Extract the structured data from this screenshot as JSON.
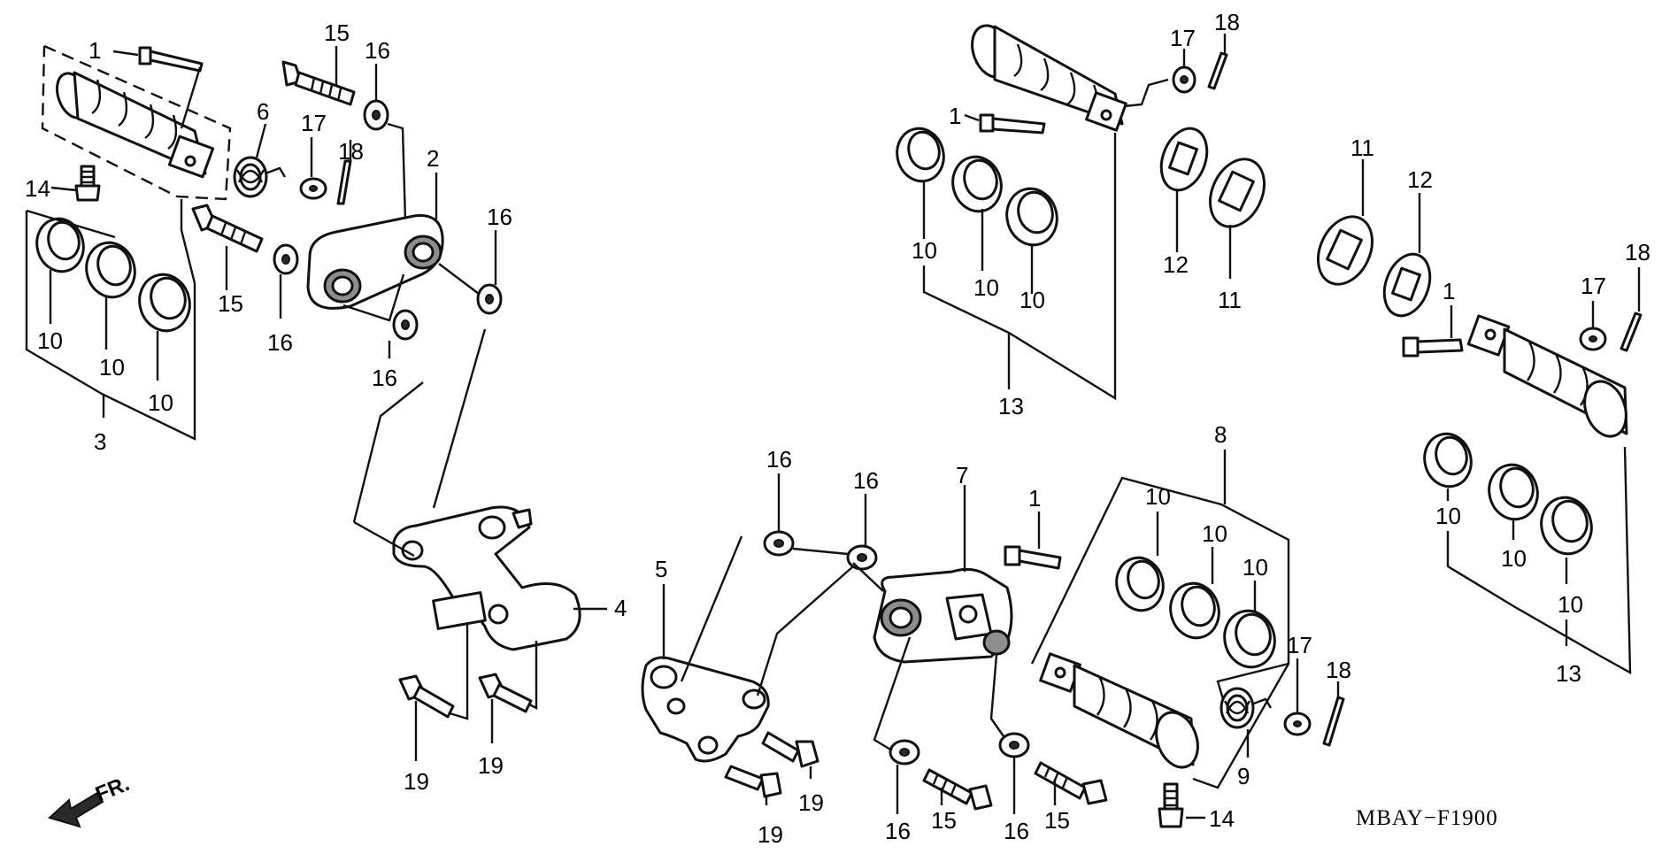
{
  "diagram_code": "MBAY−F1900",
  "direction_label": "FR.",
  "callouts": {
    "c_1a": "1",
    "c_15a": "15",
    "c_16a": "16",
    "c_6": "6",
    "c_17a": "17",
    "c_18a": "18",
    "c_14a": "14",
    "c_2": "2",
    "c_16b": "16",
    "c_15b": "15",
    "c_16c": "16",
    "c_16d": "16",
    "c_10a": "10",
    "c_10b": "10",
    "c_10c": "10",
    "c_3": "3",
    "c_4": "4",
    "c_19a": "19",
    "c_19b": "19",
    "c_17b": "17",
    "c_18b": "18",
    "c_1b": "1",
    "c_10d": "10",
    "c_10e": "10",
    "c_10f": "10",
    "c_12a": "12",
    "c_11a": "11",
    "c_13a": "13",
    "c_11b": "11",
    "c_12b": "12",
    "c_1c": "1",
    "c_17c": "17",
    "c_18c": "18",
    "c_10g": "10",
    "c_10h": "10",
    "c_10i": "10",
    "c_13b": "13",
    "c_16e": "16",
    "c_16f": "16",
    "c_7": "7",
    "c_1d": "1",
    "c_8": "8",
    "c_5": "5",
    "c_10j": "10",
    "c_10k": "10",
    "c_10l": "10",
    "c_17d": "17",
    "c_18d": "18",
    "c_9": "9",
    "c_19c": "19",
    "c_19d": "19",
    "c_16g": "16",
    "c_15c": "15",
    "c_16h": "16",
    "c_15d": "15",
    "c_14b": "14"
  }
}
